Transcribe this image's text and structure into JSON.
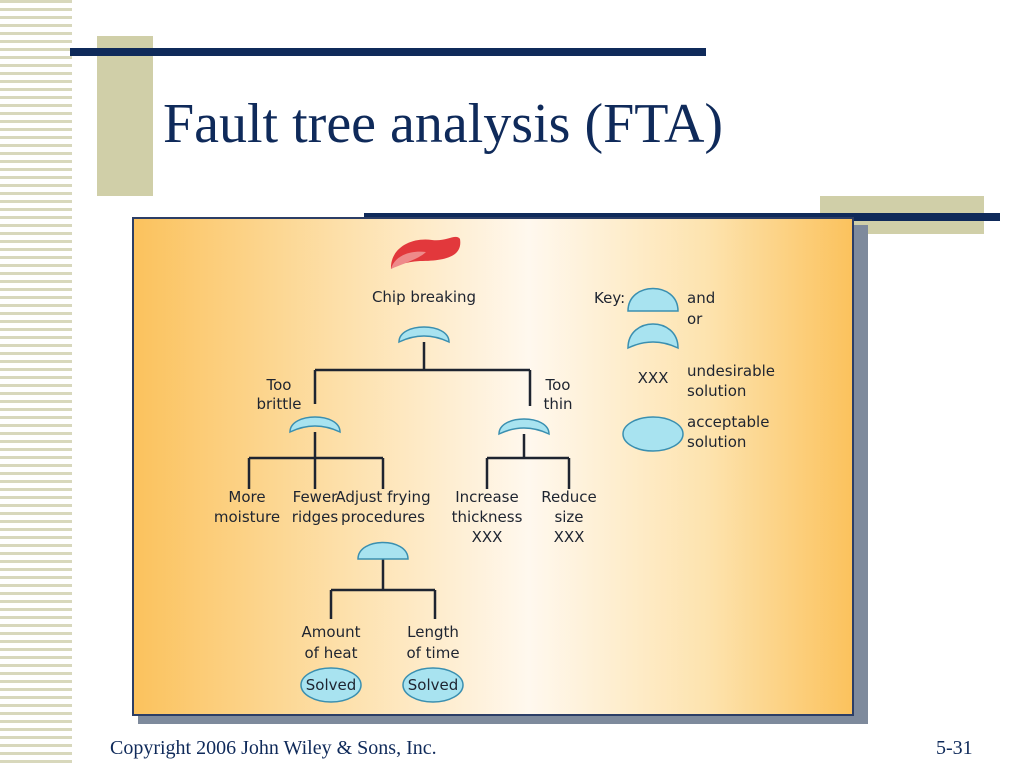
{
  "slide": {
    "title": "Fault tree analysis (FTA)",
    "copyright": "Copyright 2006 John Wiley & Sons, Inc.",
    "slide_number": "5-31"
  },
  "diagram": {
    "root": "Chip breaking",
    "branches": [
      {
        "label_line1": "Too",
        "label_line2": "brittle"
      },
      {
        "label_line1": "Too",
        "label_line2": "thin"
      }
    ],
    "leaves_brittle": [
      {
        "line1": "More",
        "line2": "moisture"
      },
      {
        "line1": "Fewer",
        "line2": "ridges"
      },
      {
        "line1": "Adjust frying",
        "line2": "procedures"
      }
    ],
    "leaves_thin": [
      {
        "line1": "Increase",
        "line2": "thickness",
        "mark": "XXX"
      },
      {
        "line1": "Reduce",
        "line2": "size",
        "mark": "XXX"
      }
    ],
    "leaves_frying": [
      {
        "line1": "Amount",
        "line2": "of heat",
        "status": "Solved"
      },
      {
        "line1": "Length",
        "line2": "of time",
        "status": "Solved"
      }
    ],
    "key": {
      "title": "Key:",
      "and_label": "and",
      "or_label": "or",
      "undesirable_symbol": "XXX",
      "undesirable_line1": "undesirable",
      "undesirable_line2": "solution",
      "acceptable_line1": "acceptable",
      "acceptable_line2": "solution"
    },
    "colors": {
      "gate_fill": "#a8e3f0",
      "gate_stroke": "#3a8fb0",
      "chip_red": "#e2383c",
      "chip_pink": "#ee8a8a"
    }
  }
}
